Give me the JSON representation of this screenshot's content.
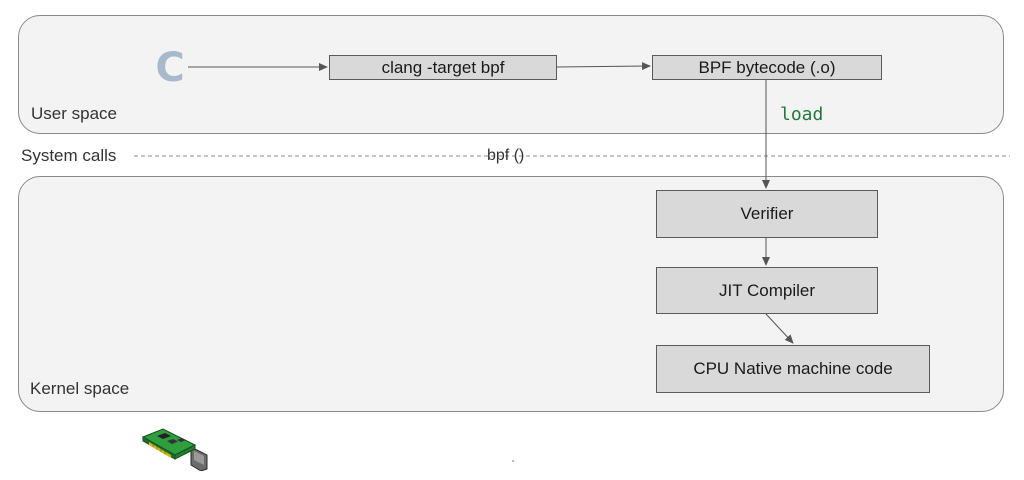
{
  "regions": {
    "user_space": "User space",
    "kernel_space": "Kernel space",
    "system_calls": "System calls"
  },
  "nodes": {
    "source": "C",
    "clang": "clang -target bpf",
    "bytecode": "BPF bytecode (.o)",
    "verifier": "Verifier",
    "jit": "JIT Compiler",
    "native": "CPU Native machine code"
  },
  "edges": {
    "load": "load",
    "bpf_syscall": "bpf ()"
  },
  "icons": {
    "c_logo": "c-language-logo-icon",
    "nic": "network-interface-card-icon"
  },
  "colors": {
    "panel_fill": "#f3f3f3",
    "box_fill": "#d9d9d9",
    "load_text": "#1f7a3a",
    "c_logo": "#a8b9cc",
    "nic_board": "#2e9e3e"
  }
}
